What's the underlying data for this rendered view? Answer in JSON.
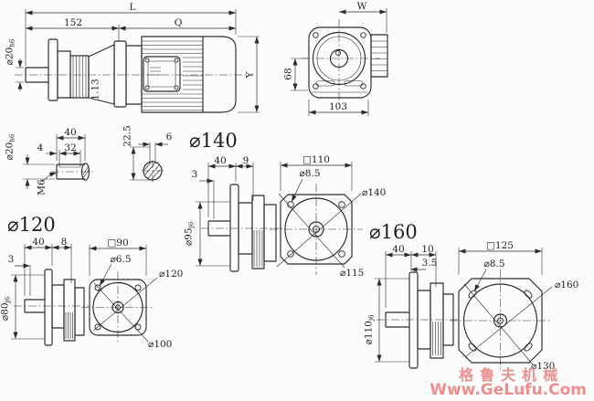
{
  "colors": {
    "line": "#2b2b2b",
    "watermark": "#ef8f8d",
    "background": "#fcfcfc"
  },
  "side_view": {
    "dim_L": "L",
    "dim_152": "152",
    "dim_Q": "Q",
    "dim_shaft_dia": "⌀20",
    "dim_shaft_dia_tol": "h6",
    "dim_offset": "1.13",
    "dim_Y": "Y"
  },
  "front_view": {
    "dim_W": "W",
    "dim_68": "68",
    "dim_103": "103"
  },
  "shaft_detail": {
    "dim_40": "40",
    "dim_4": "4",
    "dim_32": "32",
    "dim_dia": "⌀20",
    "dim_dia_tol": "h6",
    "dim_thread": "M6"
  },
  "key_section": {
    "dim_225": "22.5",
    "dim_6": "6"
  },
  "flange_140": {
    "title": "⌀140",
    "dim_40": "40",
    "dim_9": "9",
    "dim_3": "3",
    "spigot": "⌀95",
    "spigot_tol": "j6",
    "square": "□110",
    "hole": "⌀8.5",
    "outer": "⌀140",
    "bolt_circle": "⌀115"
  },
  "flange_120": {
    "title": "⌀120",
    "dim_40": "40",
    "dim_8": "8",
    "dim_3": "3",
    "spigot": "⌀80",
    "spigot_tol": "j6",
    "square": "□90",
    "hole": "⌀6.5",
    "outer": "⌀120",
    "bolt_circle": "⌀100"
  },
  "flange_160": {
    "title": "⌀160",
    "dim_40": "40",
    "dim_10": "10",
    "dim_3_5": "3.5",
    "spigot": "⌀110",
    "spigot_tol": "j6",
    "square": "□125",
    "hole": "⌀8.5",
    "outer": "⌀160",
    "bolt_circle": "⌀130"
  },
  "watermark": {
    "line1": "格鲁夫机械",
    "line2": "Www.GeLufu.Com"
  }
}
